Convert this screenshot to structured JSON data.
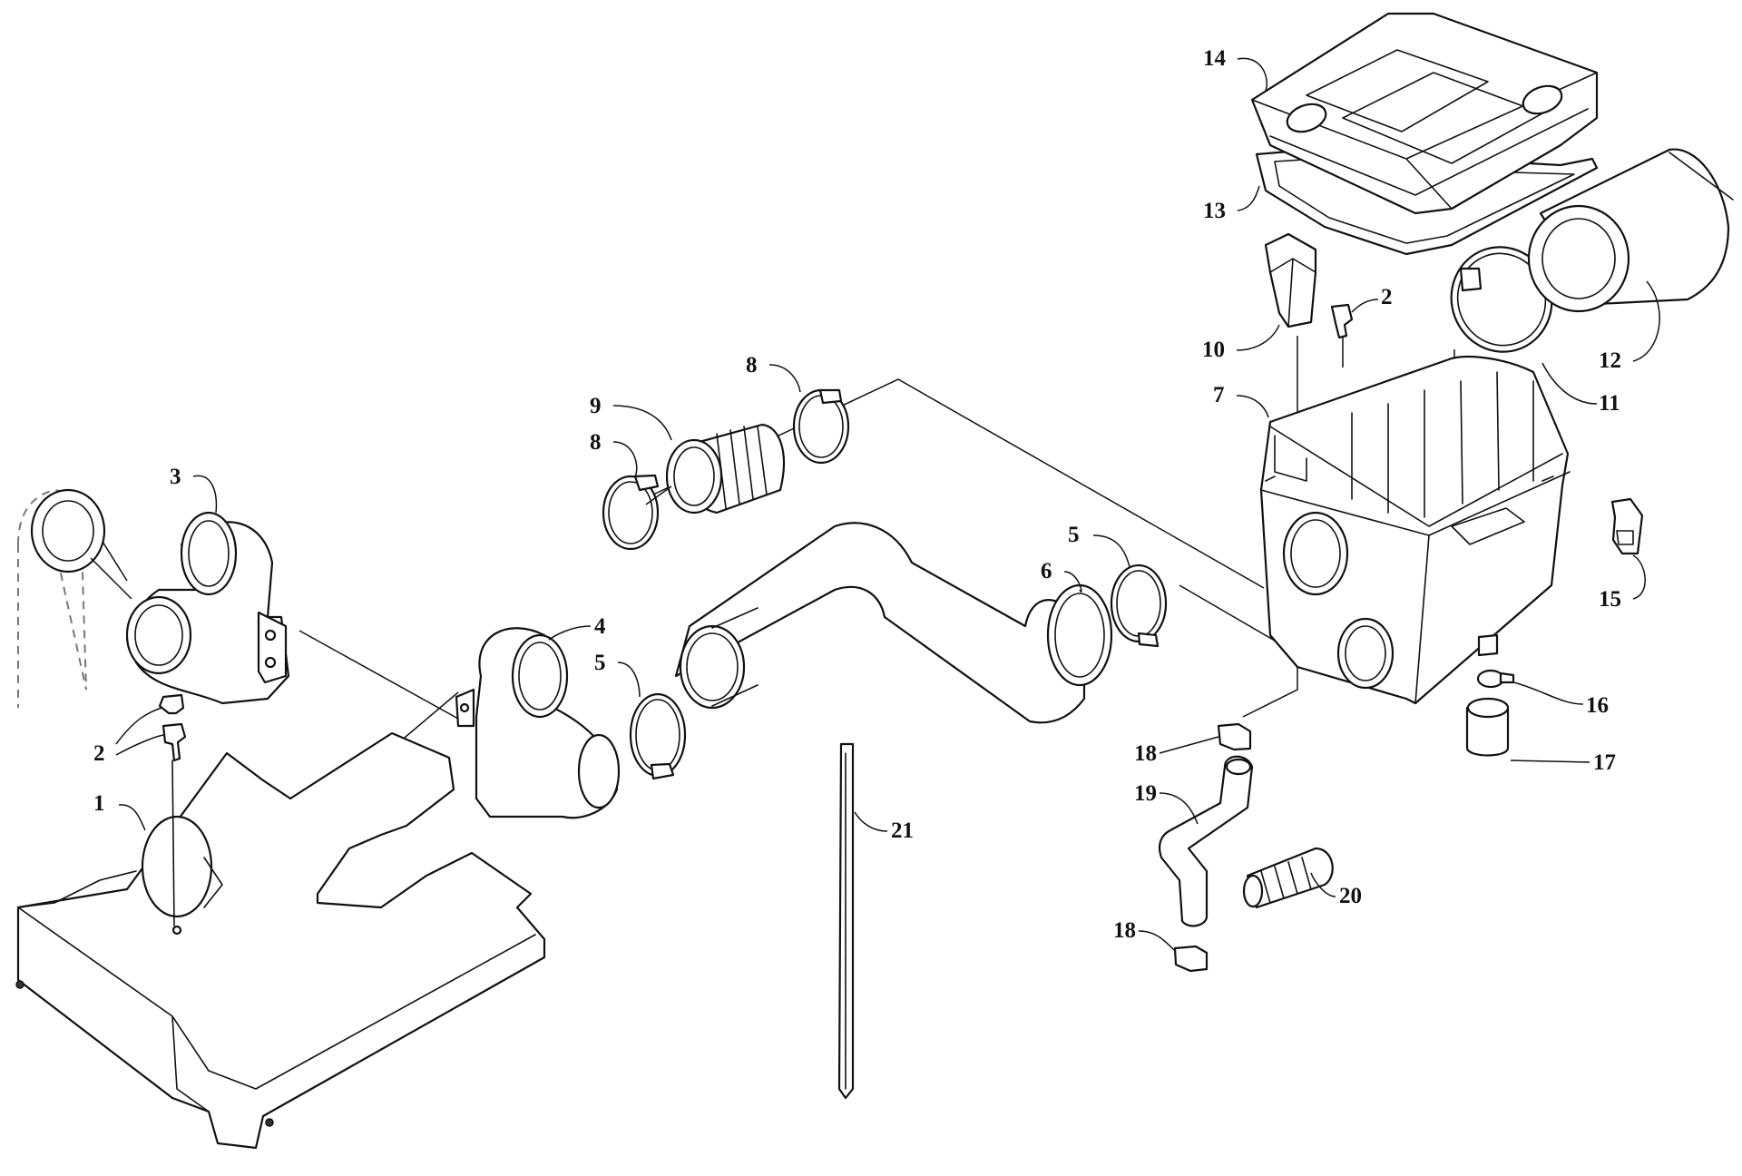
{
  "callouts": [
    {
      "id": "c1",
      "text": "1"
    },
    {
      "id": "c2a",
      "text": "2"
    },
    {
      "id": "c2b",
      "text": "2"
    },
    {
      "id": "c3",
      "text": "3"
    },
    {
      "id": "c4",
      "text": "4"
    },
    {
      "id": "c5a",
      "text": "5"
    },
    {
      "id": "c5b",
      "text": "5"
    },
    {
      "id": "c6",
      "text": "6"
    },
    {
      "id": "c7",
      "text": "7"
    },
    {
      "id": "c8a",
      "text": "8"
    },
    {
      "id": "c8b",
      "text": "8"
    },
    {
      "id": "c9",
      "text": "9"
    },
    {
      "id": "c10",
      "text": "10"
    },
    {
      "id": "c11",
      "text": "11"
    },
    {
      "id": "c12",
      "text": "12"
    },
    {
      "id": "c13",
      "text": "13"
    },
    {
      "id": "c14",
      "text": "14"
    },
    {
      "id": "c15",
      "text": "15"
    },
    {
      "id": "c16",
      "text": "16"
    },
    {
      "id": "c17",
      "text": "17"
    },
    {
      "id": "c18a",
      "text": "18"
    },
    {
      "id": "c18b",
      "text": "18"
    },
    {
      "id": "c19",
      "text": "19"
    },
    {
      "id": "c20",
      "text": "20"
    },
    {
      "id": "c21",
      "text": "21"
    }
  ]
}
